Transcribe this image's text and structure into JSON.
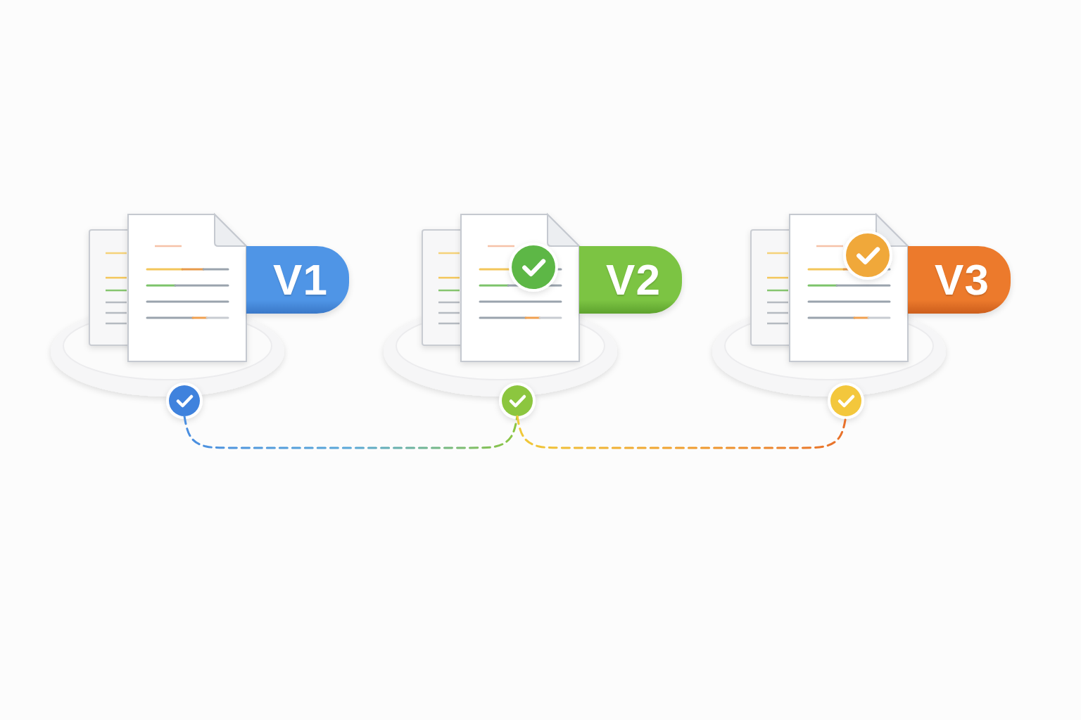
{
  "diagram": {
    "nodes": [
      {
        "text": [
          "V1"
        ]
      },
      {
        "text": [
          "V2"
        ]
      },
      {
        "text": [
          "V3"
        ]
      }
    ],
    "edges": [
      {
        "from": 0,
        "to": 1,
        "arrow": "none"
      },
      {
        "from": 1,
        "to": 2,
        "arrow": "none"
      }
    ]
  }
}
